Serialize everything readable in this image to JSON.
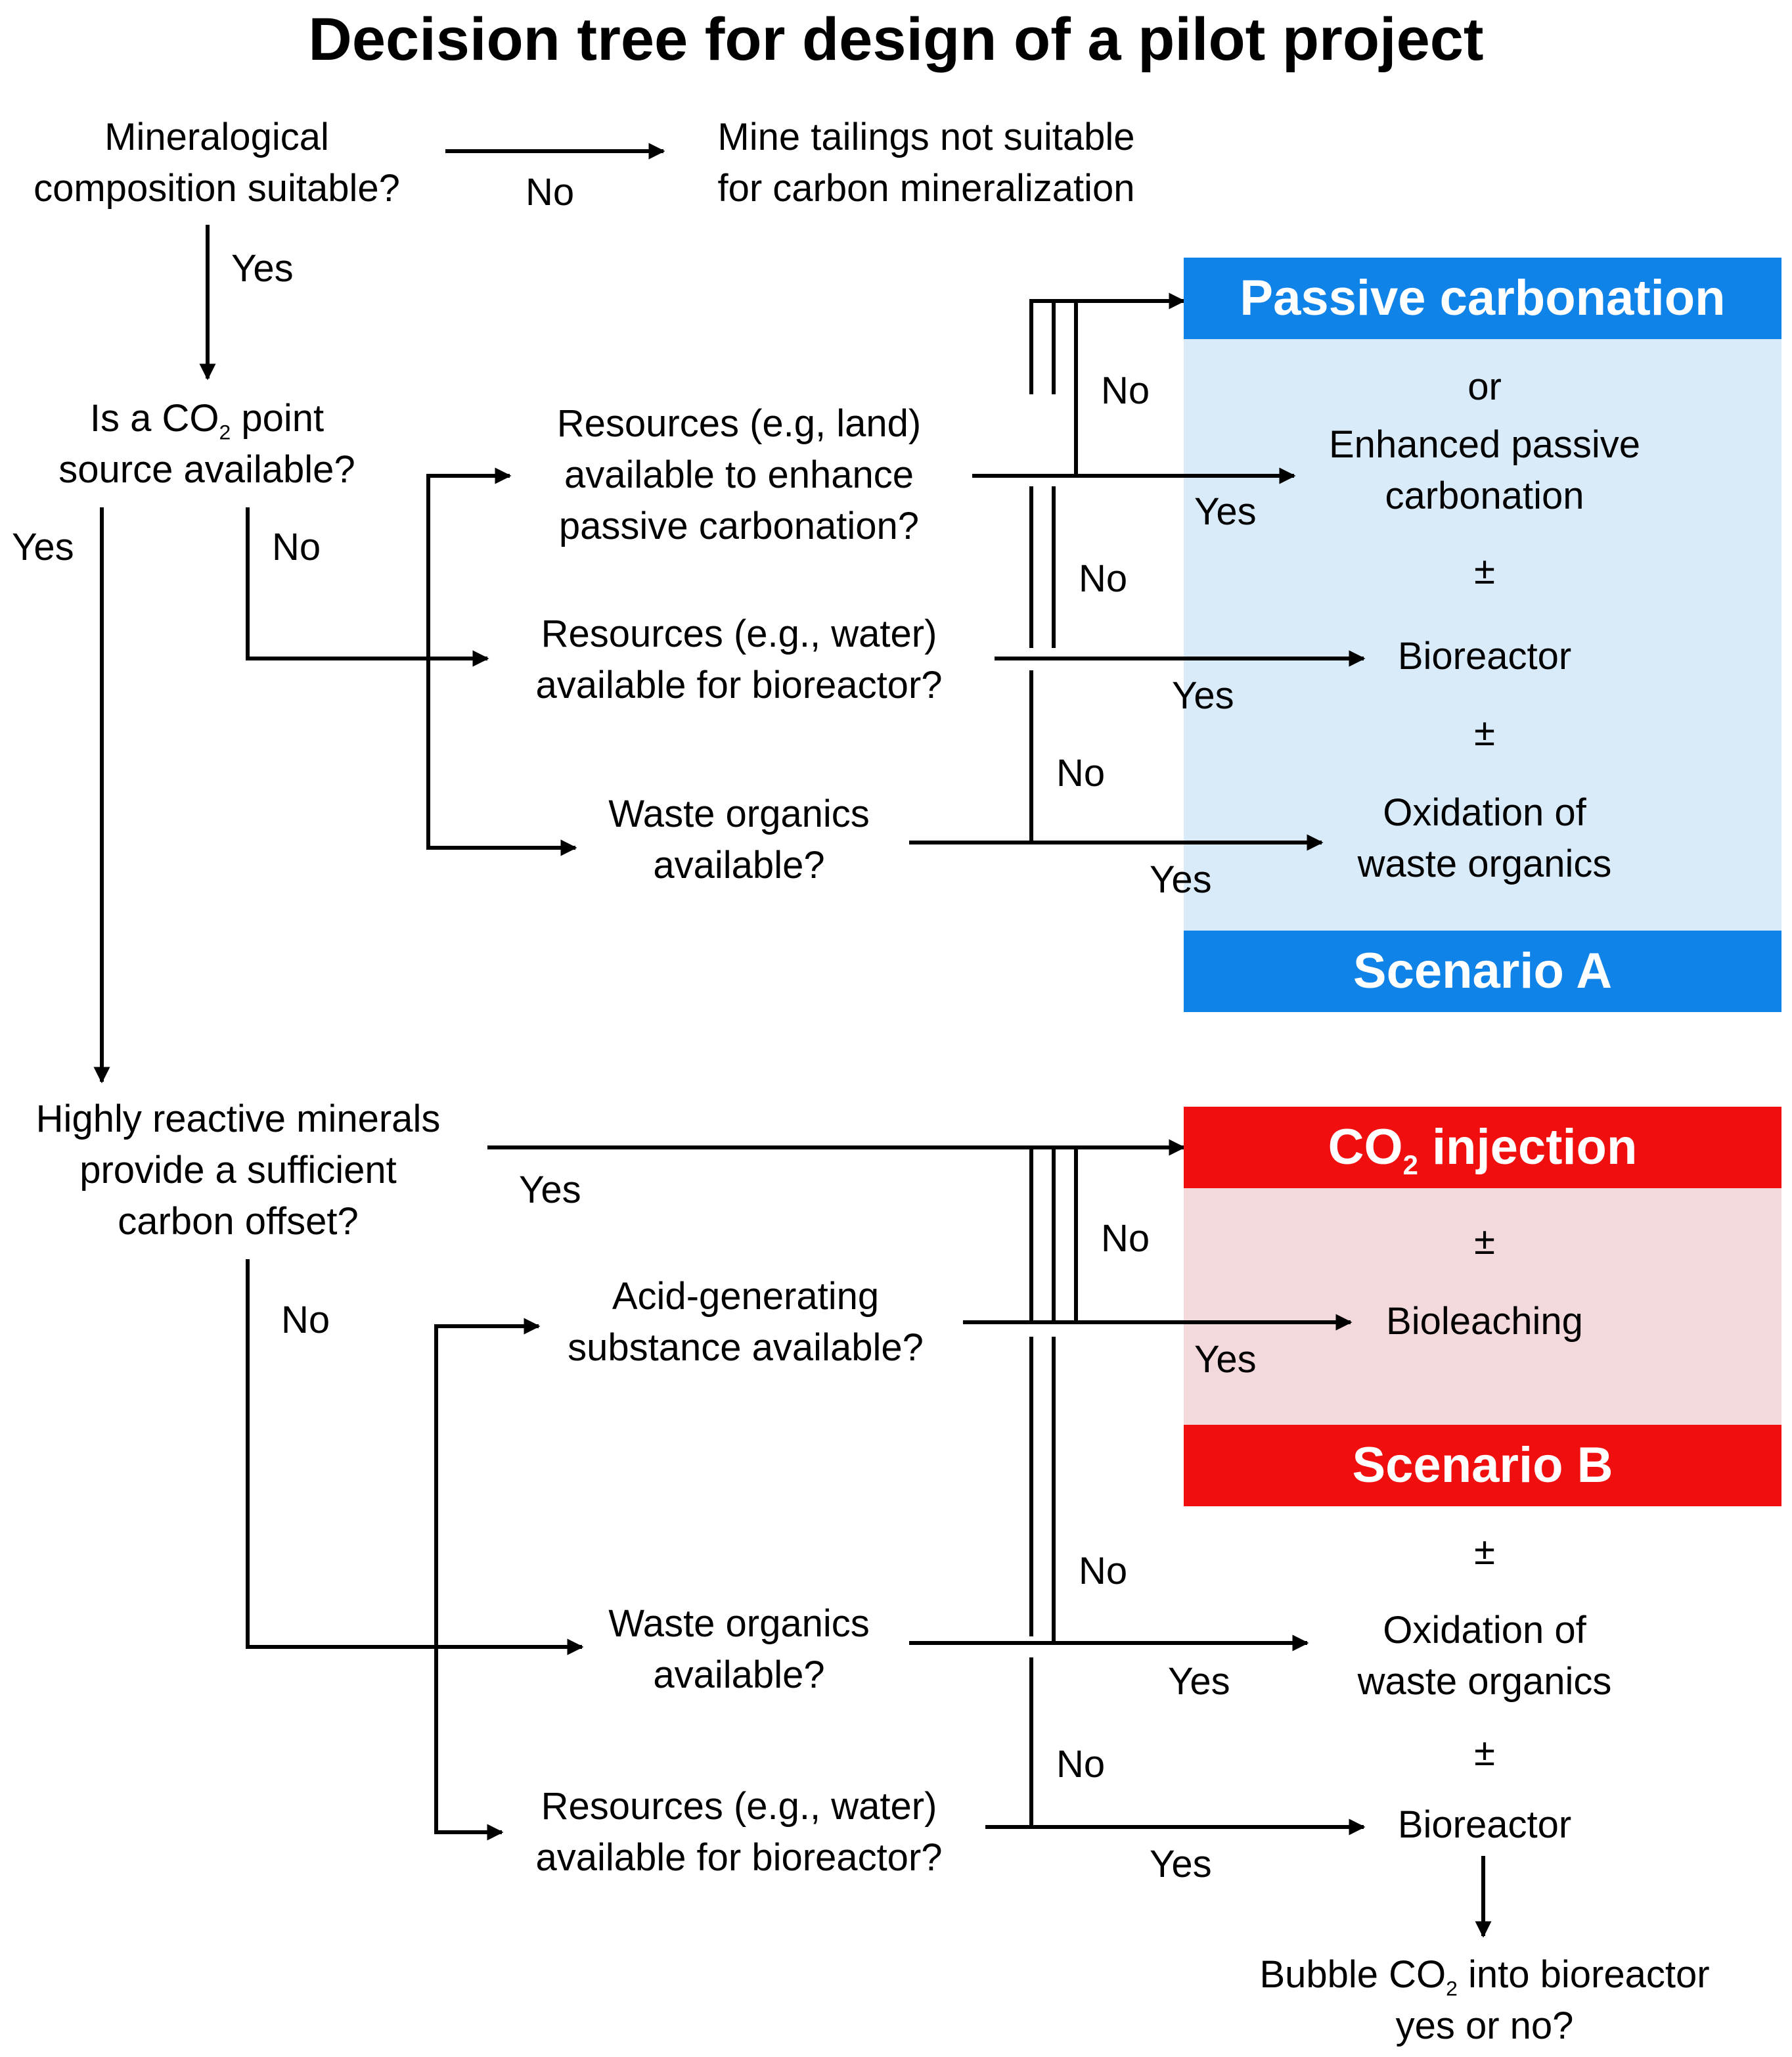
{
  "title": "Decision tree for design of a pilot project",
  "colors": {
    "scenario_a_accent": "#1083E8",
    "scenario_a_fill": "#D9EAF9",
    "scenario_b_accent": "#F10E0E",
    "scenario_b_fill": "#F3D9DB"
  },
  "nodes": {
    "q_mineralogy": [
      "Mineralogical",
      "composition suitable?"
    ],
    "not_suitable": [
      "Mine tailings not suitable",
      "for carbon mineralization"
    ],
    "q_point_source": {
      "line1_pre": "Is a CO",
      "line1_sub": "2",
      "line1_post": " point",
      "line2": "source available?"
    },
    "q_land": [
      "Resources (e.g, land)",
      "available to enhance",
      "passive carbonation?"
    ],
    "q_water_a": [
      "Resources (e.g., water)",
      "available for bioreactor?"
    ],
    "q_waste_a": [
      "Waste organics",
      "available?"
    ],
    "q_reactive": [
      "Highly reactive minerals",
      "provide a sufficient",
      "carbon offset?"
    ],
    "q_acid": [
      "Acid-generating",
      "substance available?"
    ],
    "q_waste_b": [
      "Waste organics",
      "available?"
    ],
    "q_water_b": [
      "Resources (e.g., water)",
      "available for bioreactor?"
    ]
  },
  "scenario_a": {
    "header": "Passive carbonation",
    "or": "or",
    "enhanced": [
      "Enhanced passive",
      "carbonation"
    ],
    "pm1": "±",
    "bioreactor": "Bioreactor",
    "pm2": "±",
    "oxidation": [
      "Oxidation of",
      "waste organics"
    ],
    "footer": "Scenario A"
  },
  "scenario_b": {
    "header_pre": "CO",
    "header_sub": "2",
    "header_post": " injection",
    "pm1": "±",
    "bioleaching": "Bioleaching",
    "footer": "Scenario B",
    "pm2": "±",
    "oxidation": [
      "Oxidation of",
      "waste organics"
    ],
    "pm3": "±",
    "bioreactor": "Bioreactor"
  },
  "bubble": {
    "line1_pre": "Bubble CO",
    "line1_sub": "2",
    "line1_post": " into bioreactor",
    "line2": "yes or no?"
  },
  "labels": {
    "no_mineral": "No",
    "yes_mineral": "Yes",
    "yes_point": "Yes",
    "no_point": "No",
    "no_land": "No",
    "yes_land": "Yes",
    "no_water_a": "No",
    "yes_water_a": "Yes",
    "no_waste_a": "No",
    "yes_waste_a": "Yes",
    "yes_reactive": "Yes",
    "no_reactive": "No",
    "no_acid": "No",
    "yes_acid": "Yes",
    "no_waste_b": "No",
    "yes_waste_b": "Yes",
    "no_water_b": "No",
    "yes_water_b": "Yes"
  }
}
